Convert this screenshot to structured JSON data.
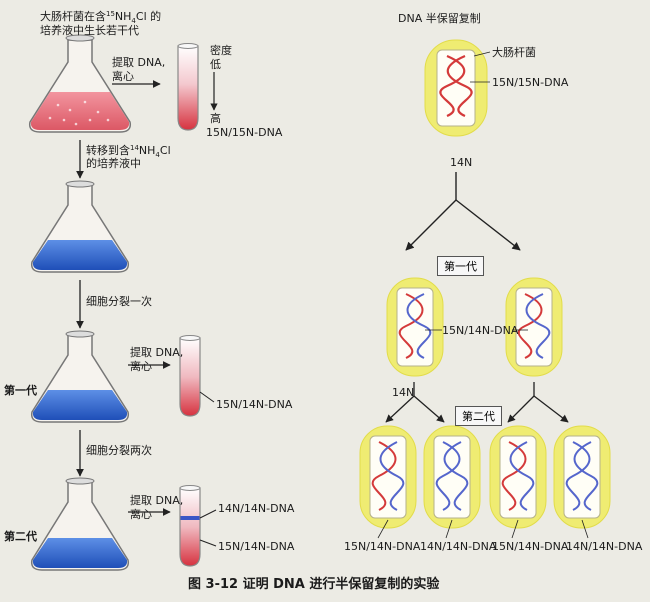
{
  "left": {
    "title_line1": "大肠杆菌在含",
    "title_iso": "15",
    "title_chem": "NH",
    "title_sub": "4",
    "title_end": "Cl 的",
    "title_line2": "培养液中生长若干代",
    "extract": "提取 DNA,",
    "centrifuge": "离心",
    "density": "密度",
    "low": "低",
    "high": "高",
    "band_top_label": "15N/15N-DNA",
    "transfer_line1": "转移到含",
    "transfer_iso": "14",
    "transfer_chem": "NH",
    "transfer_sub": "4",
    "transfer_end": "Cl",
    "transfer_line2": "的培养液中",
    "divide_once": "细胞分裂一次",
    "gen1": "第一代",
    "extract2": "提取 DNA,",
    "centrifuge2": "离心",
    "band_mid_label": "15N/14N-DNA",
    "divide_twice": "细胞分裂两次",
    "gen2": "第二代",
    "extract3": "提取 DNA,",
    "centrifuge3": "离心",
    "band_light_label": "14N/14N-DNA",
    "band_heavy_label": "15N/14N-DNA"
  },
  "right": {
    "title": "DNA 半保留复制",
    "ecoli": "大肠杆菌",
    "parent_label": "15N/15N-DNA",
    "n14_a": "14N",
    "gen1_box": "第一代",
    "gen1_label": "15N/14N-DNA",
    "n14_b": "14N",
    "gen2_box": "第二代",
    "bottom_labels": [
      "15N/14N-DNA",
      "14N/14N-DNA",
      "15N/14N-DNA",
      "14N/14N-DNA"
    ]
  },
  "caption": "图 3-12   证明 DNA 进行半保留复制的实验",
  "colors": {
    "heavy": "#d43a3a",
    "light": "#5566cc",
    "cell": "#f1ee7a",
    "liquid_red": "#e04f5c",
    "liquid_blue": "#2d62d0"
  }
}
